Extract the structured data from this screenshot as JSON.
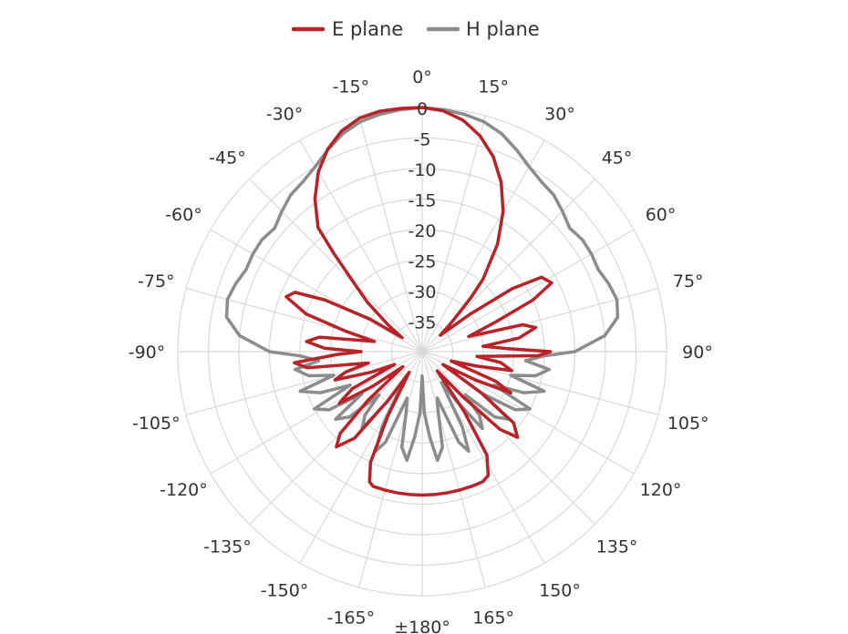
{
  "chart_data": {
    "type": "polar-line",
    "angle_unit": "degrees",
    "angle_zero": "top",
    "angle_direction": "clockwise",
    "radial_range": [
      -40,
      0
    ],
    "radial_ticks": [
      0,
      -5,
      -10,
      -15,
      -20,
      -25,
      -30,
      -35
    ],
    "radial_tick_labels": [
      "0",
      "-5",
      "-10",
      "-15",
      "-20",
      "-25",
      "-30",
      "-35"
    ],
    "angle_ticks": [
      0,
      15,
      30,
      45,
      60,
      75,
      90,
      105,
      120,
      135,
      150,
      165,
      180,
      -165,
      -150,
      -135,
      -120,
      -105,
      -90,
      -75,
      -60,
      -45,
      -30,
      -15
    ],
    "angle_tick_labels": [
      "0°",
      "15°",
      "30°",
      "45°",
      "60°",
      "75°",
      "90°",
      "105°",
      "120°",
      "135°",
      "150°",
      "165°",
      "±180°",
      "-165°",
      "-150°",
      "-135°",
      "-120°",
      "-105°",
      "-90°",
      "-75°",
      "-60°",
      "-45°",
      "-30°",
      "-15°"
    ],
    "grid": true,
    "legend_position": "top-center",
    "series": [
      {
        "name": "E plane",
        "color": "#b8232a",
        "angles": [
          0,
          5,
          10,
          15,
          20,
          25,
          30,
          35,
          40,
          42,
          45,
          48,
          52,
          55,
          58,
          62,
          65,
          68,
          72,
          75,
          78,
          82,
          85,
          88,
          90,
          92,
          95,
          98,
          102,
          105,
          108,
          112,
          115,
          118,
          122,
          125,
          128,
          132,
          135,
          138,
          142,
          145,
          148,
          152,
          155,
          158,
          160,
          165,
          170,
          175,
          180,
          185,
          190,
          195,
          200,
          202,
          205,
          208,
          212,
          215,
          218,
          222,
          225,
          228,
          232,
          235,
          238,
          242,
          245,
          248,
          252,
          255,
          258,
          262,
          265,
          268,
          270,
          272,
          275,
          278,
          282,
          285,
          288,
          292,
          295,
          298,
          302,
          305,
          308,
          312,
          315,
          318,
          320,
          325,
          330,
          335,
          340,
          345,
          350,
          355
        ],
        "values": [
          0,
          -0.4,
          -1.5,
          -3.4,
          -6,
          -9.4,
          -13.5,
          -18.5,
          -24.5,
          -28,
          -33,
          -36,
          -30,
          -22,
          -17,
          -16,
          -20,
          -27,
          -32,
          -23,
          -21,
          -24,
          -30,
          -26,
          -19,
          -21,
          -31,
          -27,
          -25,
          -31,
          -35,
          -27,
          -24,
          -30,
          -36,
          -28,
          -21,
          -19,
          -22,
          -30,
          -36,
          -28,
          -20,
          -17,
          -16.5,
          -16.5,
          -16.5,
          -16.5,
          -16.5,
          -16.5,
          -16.5,
          -16.5,
          -16.5,
          -16.5,
          -16.5,
          -17,
          -20,
          -28,
          -36,
          -30,
          -22,
          -19,
          -21,
          -28,
          -36,
          -30,
          -24,
          -27,
          -35,
          -31,
          -25,
          -27,
          -31,
          -21,
          -19,
          -26,
          -30,
          -24,
          -21,
          -23,
          -32,
          -27,
          -20,
          -16,
          -17,
          -22,
          -30,
          -36,
          -33,
          -28,
          -24.5,
          -18.5,
          -13.5,
          -9.4,
          -6,
          -3.4,
          -1.5,
          -0.4,
          0,
          0
        ]
      },
      {
        "name": "H plane",
        "color": "#8c8c8c",
        "angles": [
          0,
          5,
          10,
          15,
          20,
          25,
          30,
          35,
          40,
          45,
          50,
          55,
          60,
          65,
          70,
          75,
          80,
          85,
          90,
          92,
          95,
          98,
          102,
          105,
          108,
          112,
          115,
          118,
          122,
          125,
          128,
          132,
          135,
          138,
          142,
          145,
          148,
          152,
          155,
          158,
          162,
          165,
          168,
          172,
          175,
          178,
          180,
          182,
          185,
          188,
          192,
          195,
          198,
          202,
          205,
          208,
          212,
          215,
          218,
          222,
          225,
          228,
          232,
          235,
          238,
          242,
          245,
          248,
          252,
          255,
          258,
          262,
          265,
          268,
          270,
          275,
          280,
          285,
          290,
          295,
          300,
          305,
          310,
          315,
          320,
          325,
          330,
          335,
          340,
          345,
          350,
          355
        ],
        "values": [
          0,
          -0.2,
          -0.5,
          -1,
          -2,
          -3.5,
          -5,
          -6,
          -6.5,
          -7.5,
          -8.5,
          -8,
          -8,
          -8.2,
          -7.5,
          -7,
          -7.5,
          -10,
          -15,
          -20,
          -23,
          -19,
          -21,
          -25,
          -19,
          -22,
          -27,
          -20,
          -22,
          -28,
          -22,
          -24,
          -30,
          -26,
          -24,
          -30,
          -34,
          -26,
          -22,
          -24,
          -32,
          -30,
          -24,
          -22,
          -26,
          -30,
          -36,
          -30,
          -26,
          -22,
          -24,
          -30,
          -32,
          -24,
          -22,
          -26,
          -34,
          -30,
          -24,
          -26,
          -30,
          -24,
          -22,
          -28,
          -22,
          -20,
          -27,
          -22,
          -19,
          -25,
          -21,
          -19,
          -23,
          -20,
          -15,
          -10,
          -7.5,
          -7,
          -7.5,
          -8.2,
          -8,
          -8,
          -8.5,
          -7.5,
          -6.5,
          -6,
          -5,
          -3.5,
          -2,
          -1,
          -0.5,
          -0.2
        ]
      }
    ]
  },
  "legend": {
    "items": [
      {
        "label": "E plane",
        "color": "#b8232a"
      },
      {
        "label": "H plane",
        "color": "#8c8c8c"
      }
    ]
  }
}
